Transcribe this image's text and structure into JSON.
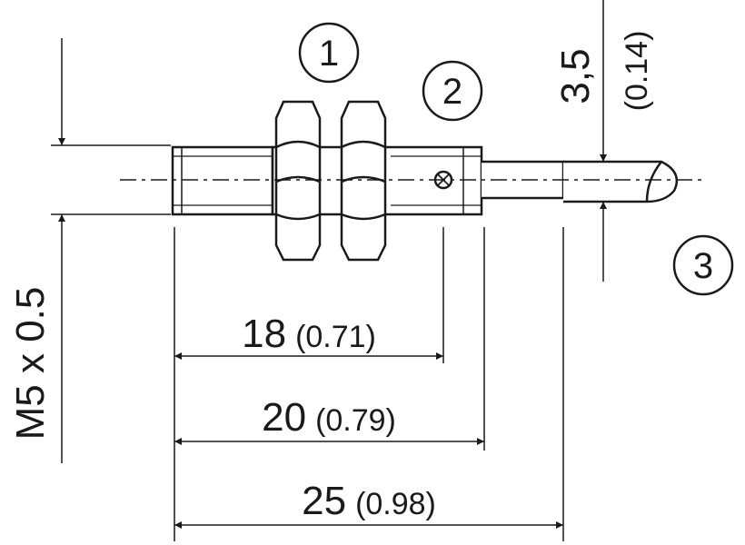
{
  "diagram": {
    "thread_label": "M5 x 0.5",
    "dimensions": [
      {
        "value": "18",
        "inch": "(0.71)"
      },
      {
        "value": "20",
        "inch": "(0.79)"
      },
      {
        "value": "25",
        "inch": "(0.98)"
      }
    ],
    "cable_dim": {
      "value": "3,5",
      "inch": "(0.14)"
    },
    "callouts": [
      "1",
      "2",
      "3"
    ],
    "colors": {
      "line": "#1a1a1a",
      "background": "#ffffff"
    }
  }
}
